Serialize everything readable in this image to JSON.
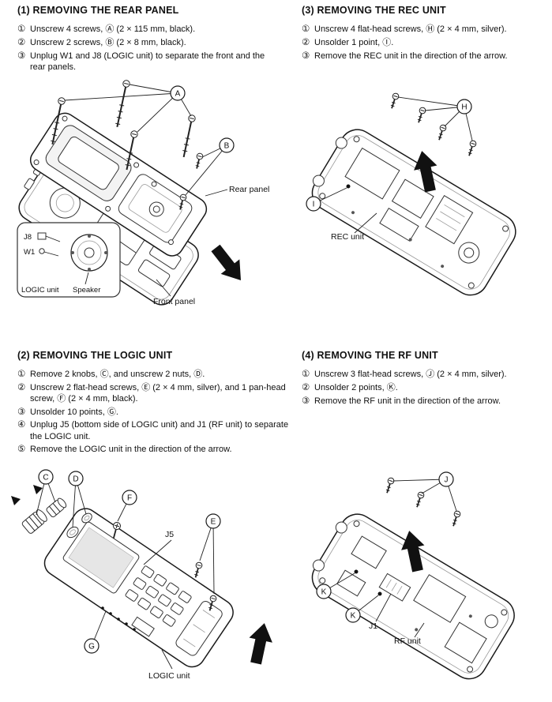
{
  "page": {
    "bg": "#ffffff",
    "text_color": "#111111",
    "line_color": "#222222"
  },
  "sections": {
    "s1": {
      "title": "(1) REMOVING THE REAR PANEL",
      "steps": [
        {
          "n": "①",
          "t": "Unscrew 4 screws, Ⓐ (2 × 115 mm, black)."
        },
        {
          "n": "②",
          "t": "Unscrew 2 screws, Ⓑ (2 × 8 mm, black)."
        },
        {
          "n": "③",
          "t": "Unplug W1 and J8 (LOGIC unit) to separate the front and the rear panels."
        }
      ],
      "fig": {
        "callout_a": "A",
        "callout_b": "B",
        "rear_panel": "Rear panel",
        "front_panel": "Front panel",
        "j8": "J8",
        "w1": "W1",
        "logic_unit": "LOGIC unit",
        "speaker": "Speaker"
      }
    },
    "s3": {
      "title": "(3) REMOVING THE REC UNIT",
      "steps": [
        {
          "n": "①",
          "t": "Unscrew 4 flat-head screws, Ⓗ (2 × 4 mm, silver)."
        },
        {
          "n": "②",
          "t": "Unsolder 1 point, Ⓘ."
        },
        {
          "n": "③",
          "t": "Remove the REC unit in the direction of the arrow."
        }
      ],
      "fig": {
        "callout_h": "H",
        "callout_i": "I",
        "rec_unit": "REC unit"
      }
    },
    "s2": {
      "title": "(2) REMOVING THE LOGIC UNIT",
      "steps": [
        {
          "n": "①",
          "t": "Remove 2 knobs, Ⓒ, and unscrew 2 nuts, Ⓓ."
        },
        {
          "n": "②",
          "t": "Unscrew 2 flat-head screws, Ⓔ (2 × 4 mm, silver), and 1 pan-head screw, Ⓕ (2 × 4 mm, black)."
        },
        {
          "n": "③",
          "t": "Unsolder 10 points, Ⓖ."
        },
        {
          "n": "④",
          "t": "Unplug J5 (bottom side of LOGIC unit) and J1 (RF unit) to separate the LOGIC unit."
        },
        {
          "n": "⑤",
          "t": "Remove the LOGIC unit in the direction of the arrow."
        }
      ],
      "fig": {
        "callout_c": "C",
        "callout_d": "D",
        "callout_e": "E",
        "callout_f": "F",
        "callout_g": "G",
        "j5": "J5",
        "logic_unit": "LOGIC unit"
      }
    },
    "s4": {
      "title": "(4) REMOVING THE RF UNIT",
      "steps": [
        {
          "n": "①",
          "t": "Unscrew 3 flat-head screws, Ⓙ (2 × 4 mm, silver)."
        },
        {
          "n": "②",
          "t": "Unsolder 2 points, Ⓚ."
        },
        {
          "n": "③",
          "t": "Remove the RF unit in the direction of the arrow."
        }
      ],
      "fig": {
        "callout_j": "J",
        "callout_k": "K",
        "j1": "J1",
        "rf_unit": "RF unit"
      }
    }
  }
}
